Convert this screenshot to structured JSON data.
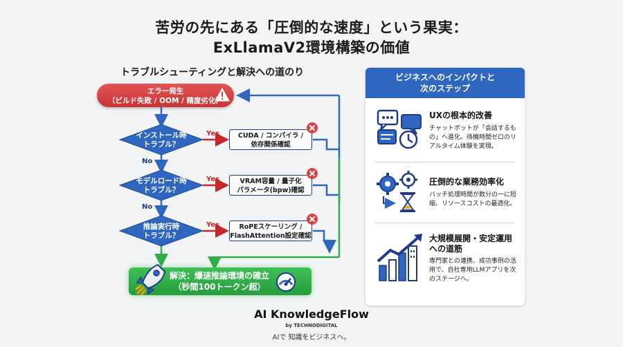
{
  "header": {
    "title_line1": "苦労の先にある「圧倒的な速度」という果実：",
    "title_line2": "ExLlamaV2環境構築の価値"
  },
  "flowchart": {
    "title": "トラブルシューティングと解決への道のり",
    "error": {
      "line1": "エラー発生",
      "line2": "（ビルド失敗 / OOM / 精度劣化）"
    },
    "steps": [
      {
        "q_line1": "インストール時",
        "q_line2": "トラブル？",
        "yes": "Yes",
        "fix_line1": "CUDA / コンパイラ /",
        "fix_line2": "依存関係確認"
      },
      {
        "q_line1": "モデルロード時",
        "q_line2": "トラブル？",
        "yes": "Yes",
        "fix_line1": "VRAM容量 / 量子化",
        "fix_line2": "パラメータ(bpw)確認"
      },
      {
        "q_line1": "推論実行時",
        "q_line2": "トラブル？",
        "yes": "Yes",
        "fix_line1": "RoPEスケーリング /",
        "fix_line2": "FlashAttention設定確認"
      }
    ],
    "no_labels": [
      "No",
      "No"
    ],
    "solution": {
      "line1": "解決：爆速推論環境の確立",
      "line2": "（秒間100トークン超）"
    }
  },
  "panel": {
    "header_line1": "ビジネスへのインパクトと",
    "header_line2": "次のステップ",
    "items": [
      {
        "title_line1": "UXの根本的改善",
        "title_line2": "",
        "body": "チャットボットが「会話するもの」へ進化。待機時間ゼロのリアルタイム体験を実現。",
        "icon": "chat-clock-icon"
      },
      {
        "title_line1": "圧倒的な業務効率化",
        "title_line2": "",
        "body": "バッチ処理時間が数分の一に短縮、リソースコストの最適化。",
        "icon": "gears-hourglass-icon"
      },
      {
        "title_line1": "大規模展開・安定運用",
        "title_line2": "への道筋",
        "body": "専門家との連携、成功事例の活用で、自社専用LLMアプリを次のステージへ。",
        "icon": "growth-chart-icon"
      }
    ]
  },
  "brand": {
    "name": "AI KnowledgeFlow",
    "by": "by TECHNODIGITAL",
    "tagline": "AIで 知識をビジネスへ。"
  },
  "colors": {
    "error_red": "#d64545",
    "diamond_blue": "#2f67c0",
    "connector_blue": "#2f67c0",
    "success_green": "#30ad48",
    "panel_header": "#2f67c0"
  }
}
